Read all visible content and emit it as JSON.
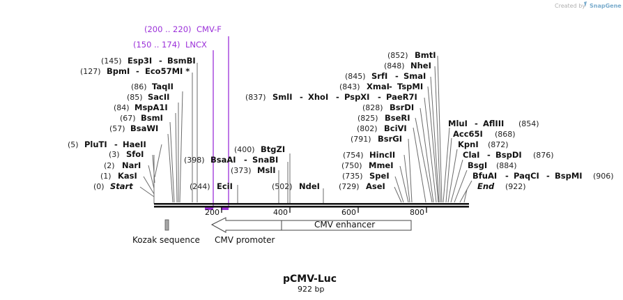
{
  "header": {
    "credit": "Created by",
    "credit_brand": "SnapGene"
  },
  "plasmid": {
    "name": "pCMV-Luc",
    "length": "922 bp",
    "length_bp": 922
  },
  "ruler": {
    "ticks": [
      "200",
      "400",
      "600",
      "800"
    ]
  },
  "primers": [
    {
      "range": "(200 .. 220)",
      "name": "CMV-F"
    },
    {
      "range": "(150 .. 174)",
      "name": "LNCX"
    }
  ],
  "left_sites": [
    {
      "pos": "(0)",
      "name": "Start"
    },
    {
      "pos": "(1)",
      "name": "KasI"
    },
    {
      "pos": "(2)",
      "name": "NarI"
    },
    {
      "pos": "(3)",
      "name": "SfoI"
    },
    {
      "pos": "(5)",
      "name": "PluTI",
      "name2": "HaeII"
    },
    {
      "pos": "(57)",
      "name": "BsaWI"
    },
    {
      "pos": "(67)",
      "name": "BsmI"
    },
    {
      "pos": "(84)",
      "name": "MspA1I"
    },
    {
      "pos": "(85)",
      "name": "SacII"
    },
    {
      "pos": "(86)",
      "name": "TaqII"
    },
    {
      "pos": "(127)",
      "name": "BpmI",
      "name2": "Eco57MI *"
    },
    {
      "pos": "(145)",
      "name": "Esp3I",
      "name2": "BsmBI"
    }
  ],
  "middle_sites": [
    {
      "pos": "(244)",
      "name": "EciI"
    },
    {
      "pos": "(398)",
      "name": "BsaAI",
      "name2": "SnaBI"
    },
    {
      "pos": "(373)",
      "name": "MslI"
    },
    {
      "pos": "(400)",
      "name": "BtgZI"
    },
    {
      "pos": "(502)",
      "name": "NdeI"
    }
  ],
  "right_low_sites": [
    {
      "pos": "(729)",
      "name": "AseI"
    },
    {
      "pos": "(735)",
      "name": "SpeI"
    },
    {
      "pos": "(750)",
      "name": "MmeI"
    },
    {
      "pos": "(754)",
      "name": "HincII"
    },
    {
      "pos": "(791)",
      "name": "BsrGI"
    },
    {
      "pos": "(802)",
      "name": "BciVI"
    },
    {
      "pos": "(825)",
      "name": "BseRI"
    },
    {
      "pos": "(828)",
      "name": "BsrDI"
    }
  ],
  "right_top_sites": [
    {
      "pos": "(837)",
      "name": "SmlI",
      "name2": "XhoI",
      "name3": "PspXI",
      "name4": "PaeR7I"
    },
    {
      "pos": "(843)",
      "name": "XmaI",
      "name2": "TspMI"
    },
    {
      "pos": "(845)",
      "name": "SrfI",
      "name2": "SmaI"
    },
    {
      "pos": "(848)",
      "name": "NheI"
    },
    {
      "pos": "(852)",
      "name": "BmtI"
    }
  ],
  "far_right_sites": [
    {
      "pos": "(854)",
      "name": "MluI",
      "name2": "AflIII"
    },
    {
      "pos": "(868)",
      "name": "Acc65I"
    },
    {
      "pos": "(872)",
      "name": "KpnI"
    },
    {
      "pos": "(876)",
      "name": "ClaI",
      "name2": "BspDI"
    },
    {
      "pos": "(884)",
      "name": "BsgI"
    },
    {
      "pos": "(906)",
      "name": "BfuAI",
      "name2": "PaqCI",
      "name3": "BspMI"
    },
    {
      "pos": "(922)",
      "name": "End"
    }
  ],
  "features": [
    {
      "name": "Kozak sequence"
    },
    {
      "name": "CMV promoter"
    },
    {
      "name": "CMV enhancer"
    }
  ],
  "colors": {
    "primer": "#9b30d9",
    "feature_fill": "#a6a6a6",
    "backbone": "#111111"
  }
}
